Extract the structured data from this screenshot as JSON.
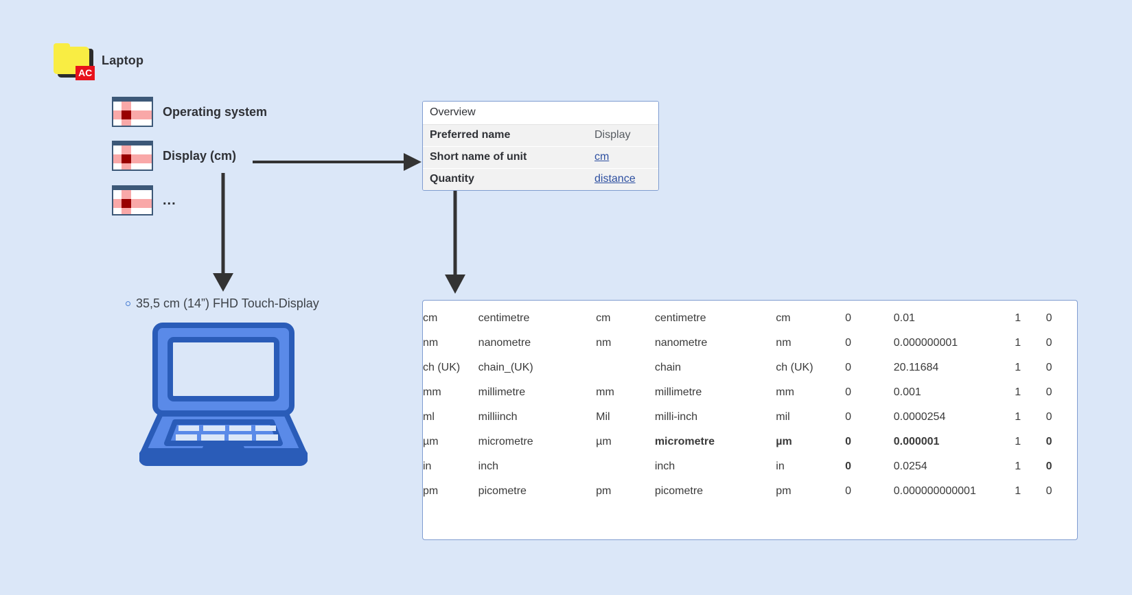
{
  "tree": {
    "root": {
      "label": "Laptop",
      "icon": "folder-icon",
      "badge": "AC"
    },
    "children": [
      {
        "label": "Operating system",
        "icon": "table-icon"
      },
      {
        "label": "Display (cm)",
        "icon": "table-icon"
      },
      {
        "label": "...",
        "icon": "table-icon"
      }
    ]
  },
  "overview": {
    "title": "Overview",
    "rows": [
      {
        "key": "Preferred name",
        "value": "Display",
        "link": false
      },
      {
        "key": "Short name of unit",
        "value": "cm",
        "link": true
      },
      {
        "key": "Quantity",
        "value": "distance",
        "link": true
      }
    ]
  },
  "product": {
    "bullet": "35,5 cm (14”) FHD Touch-Display",
    "illustration": "laptop-illustration"
  },
  "unit_table": {
    "rows": [
      {
        "cells": [
          "cm",
          "centimetre",
          "cm",
          "centimetre",
          "cm",
          "0",
          "0.01",
          "1",
          "0"
        ],
        "bold": [
          false,
          false,
          false,
          false,
          false,
          false,
          false,
          false,
          false
        ]
      },
      {
        "cells": [
          "nm",
          "nanometre",
          "nm",
          "nanometre",
          "nm",
          "0",
          "0.000000001",
          "1",
          "0"
        ],
        "bold": [
          false,
          false,
          false,
          false,
          false,
          false,
          false,
          false,
          false
        ]
      },
      {
        "cells": [
          "ch (UK)",
          "chain_(UK)",
          "",
          "chain",
          "ch (UK)",
          "0",
          "20.11684",
          "1",
          "0"
        ],
        "bold": [
          false,
          false,
          false,
          false,
          false,
          false,
          false,
          false,
          false
        ]
      },
      {
        "cells": [
          "mm",
          "millimetre",
          "mm",
          "millimetre",
          "mm",
          "0",
          "0.001",
          "1",
          "0"
        ],
        "bold": [
          false,
          false,
          false,
          false,
          false,
          false,
          false,
          false,
          false
        ]
      },
      {
        "cells": [
          "ml",
          "milliinch",
          "Mil",
          "milli-inch",
          "mil",
          "0",
          "0.0000254",
          "1",
          "0"
        ],
        "bold": [
          false,
          false,
          false,
          false,
          false,
          false,
          false,
          false,
          false
        ]
      },
      {
        "cells": [
          "µm",
          "micrometre",
          "µm",
          "micrometre",
          "µm",
          "0",
          "0.000001",
          "1",
          "0"
        ],
        "bold": [
          false,
          false,
          false,
          true,
          true,
          true,
          true,
          false,
          true
        ]
      },
      {
        "cells": [
          "in",
          "inch",
          "",
          "inch",
          "in",
          "0",
          "0.0254",
          "1",
          "0"
        ],
        "bold": [
          false,
          false,
          false,
          false,
          false,
          true,
          false,
          false,
          true
        ]
      },
      {
        "cells": [
          "pm",
          "picometre",
          "pm",
          "picometre",
          "pm",
          "0",
          "0.000000000001",
          "1",
          "0"
        ],
        "bold": [
          false,
          false,
          false,
          false,
          false,
          false,
          false,
          false,
          false
        ]
      }
    ]
  },
  "colors": {
    "background": "#dbe7f8",
    "panel_border": "#7f9cd0",
    "link": "#2d4fa0",
    "folder": "#f9ed43",
    "badge": "#e8111b",
    "laptop_dark": "#2a5cb8",
    "laptop_light": "#5a8ae8",
    "connector": "#333333"
  }
}
